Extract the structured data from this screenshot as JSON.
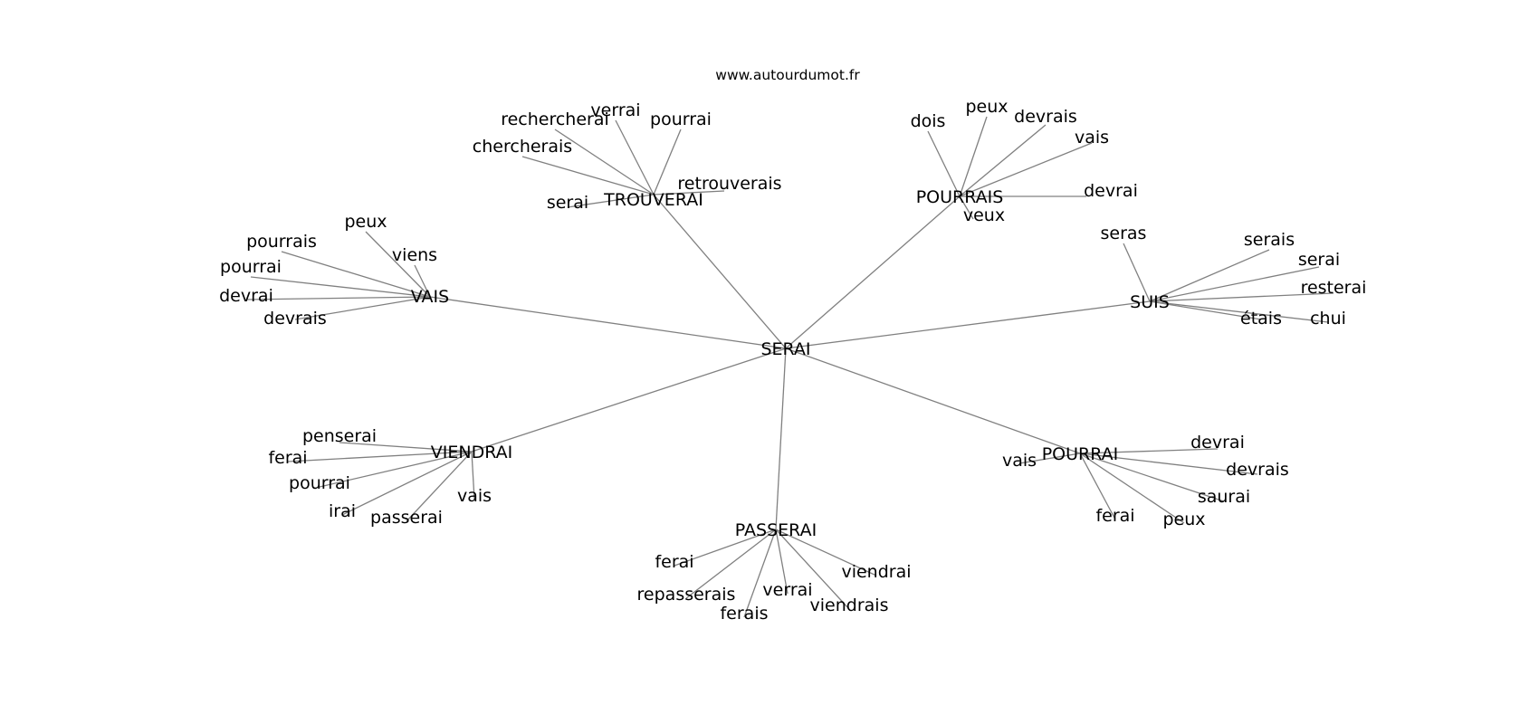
{
  "site": "www.autourdumot.fr",
  "root": "SERAI",
  "branches": [
    {
      "word": "TROUVERAI",
      "leaves": [
        "verrai",
        "pourrai",
        "rechercherai",
        "chercherais",
        "retrouverais",
        "serai"
      ]
    },
    {
      "word": "POURRAIS",
      "leaves": [
        "dois",
        "peux",
        "devrais",
        "vais",
        "devrai",
        "veux"
      ]
    },
    {
      "word": "VAIS",
      "leaves": [
        "peux",
        "pourrais",
        "viens",
        "pourrai",
        "devrai",
        "devrais"
      ]
    },
    {
      "word": "SUIS",
      "leaves": [
        "seras",
        "serais",
        "serai",
        "resterai",
        "étais",
        "chui"
      ]
    },
    {
      "word": "VIENDRAI",
      "leaves": [
        "penserai",
        "ferai",
        "pourrai",
        "irai",
        "passerai",
        "vais"
      ]
    },
    {
      "word": "POURRAI",
      "leaves": [
        "devrai",
        "vais",
        "devrais",
        "saurai",
        "ferai",
        "peux"
      ]
    },
    {
      "word": "PASSERAI",
      "leaves": [
        "ferai",
        "viendrai",
        "repasserais",
        "verrai",
        "viendrais",
        "ferais"
      ]
    }
  ]
}
